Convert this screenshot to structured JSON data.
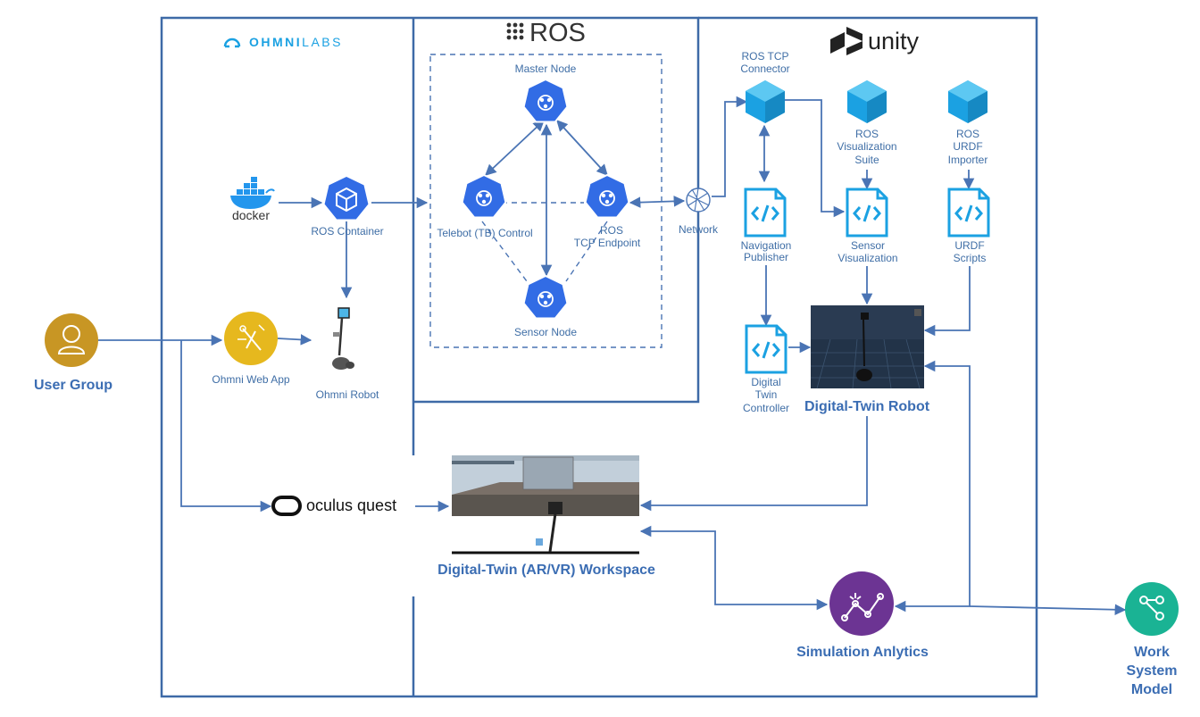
{
  "brands": {
    "ohmnilabs_bold": "OHMNI",
    "ohmnilabs_light": "LABS",
    "ros": "ROS",
    "unity": "unity",
    "docker": "docker",
    "oculus": "oculus quest"
  },
  "nodes": {
    "master_node": "Master Node",
    "telebot_control": "Telebot (TB) Control",
    "ros_tcp_endpoint_1": "ROS",
    "ros_tcp_endpoint_2": "TCP Endpoint",
    "sensor_node": "Sensor Node",
    "network": "Network",
    "ros_container": "ROS Container",
    "ohmni_web_app": "Ohmni Web App",
    "ohmni_robot": "Ohmni Robot",
    "user_group": "User Group",
    "ros_tcp_connector_1": "ROS TCP",
    "ros_tcp_connector_2": "Connector",
    "ros_vis_suite_1": "ROS",
    "ros_vis_suite_2": "Visualization",
    "ros_vis_suite_3": "Suite",
    "ros_urdf_importer_1": "ROS",
    "ros_urdf_importer_2": "URDF",
    "ros_urdf_importer_3": "Importer",
    "nav_publisher_1": "Navigation",
    "nav_publisher_2": "Publisher",
    "sensor_vis_1": "Sensor",
    "sensor_vis_2": "Visualization",
    "urdf_scripts_1": "URDF",
    "urdf_scripts_2": "Scripts",
    "dt_controller_1": "Digital",
    "dt_controller_2": "Twin",
    "dt_controller_3": "Controller",
    "dt_robot": "Digital-Twin Robot",
    "dt_workspace": "Digital-Twin (AR/VR) Workspace",
    "sim_analytics": "Simulation Anlytics",
    "work_system_1": "Work",
    "work_system_2": "System",
    "work_system_3": "Model"
  },
  "colors": {
    "frame": "#3e6aa7",
    "ros_node": "#326ce5",
    "unity_cyan": "#1ba1e2",
    "user_group": "#c89624",
    "web_app": "#e6b81e",
    "analytics": "#6c3493",
    "work_system": "#1ab394"
  }
}
